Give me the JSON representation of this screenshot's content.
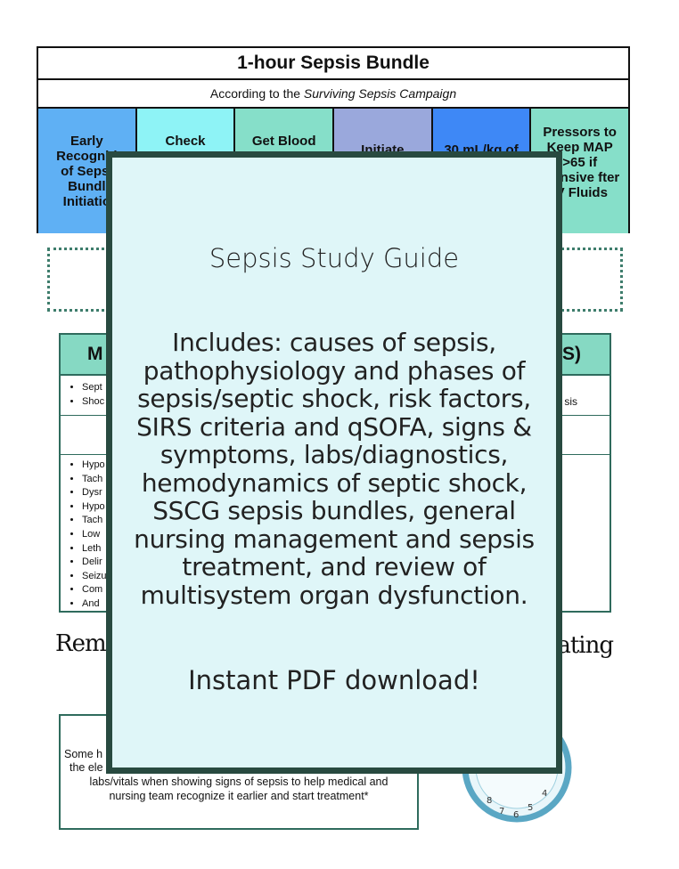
{
  "bundle": {
    "title": "1-hour Sepsis Bundle",
    "subtitle_prefix": "According to the ",
    "subtitle_italic": "Surviving Sepsis Campaign",
    "cells": [
      {
        "label": "Early Recogniti of Sepsi Bundl Initiatio",
        "color": "#5fb0f4"
      },
      {
        "label": "Check",
        "color": "#8ef3f6"
      },
      {
        "label": "Get Blood",
        "color": "#86dfc9"
      },
      {
        "label": "Initiate",
        "color": "#9aa8dc"
      },
      {
        "label": "30 mL/kg of",
        "color": "#3e88f6"
      },
      {
        "label": "Pressors to Keep MAP >65 if otensive fter IV Fluids",
        "color": "#86dfc9"
      }
    ]
  },
  "criteria": {
    "header_left": "M",
    "header_right": "S)",
    "top_items": [
      "Sept",
      "Shoc"
    ],
    "top_right_text": "sis",
    "items": [
      "Hypo",
      "Tach",
      "Dysr",
      "Hypo",
      "Tach",
      "Low",
      "Leth",
      "Delir",
      "Seizu",
      "Com",
      "And"
    ]
  },
  "remember": {
    "left": "Reme",
    "right": "iating"
  },
  "note": {
    "line1": "Some h",
    "line2": "the ele",
    "line3": "labs/vitals when showing signs of sepsis to help medical and",
    "line4": "nursing team recognize it earlier and start treatment*"
  },
  "overlay": {
    "title": "Sepsis Study Guide",
    "body_lines": [
      "Includes: causes of sepsis,",
      "pathophysiology and phases of",
      "sepsis/septic shock, risk factors,",
      "SIRS criteria and qSOFA, signs &",
      "symptoms, labs/diagnostics,",
      "hemodynamics of septic shock,",
      "SSCG sepsis bundles, general",
      "nursing management and sepsis",
      "treatment, and review of",
      "multisystem organ dysfunction."
    ],
    "cta": "Instant PDF download!"
  },
  "clock": {
    "numbers": [
      "8",
      "7",
      "6",
      "5",
      "4"
    ]
  },
  "colors": {
    "overlay_bg": "#dff6f8",
    "overlay_border": "#284a40",
    "accent_green": "#86d9c3"
  }
}
